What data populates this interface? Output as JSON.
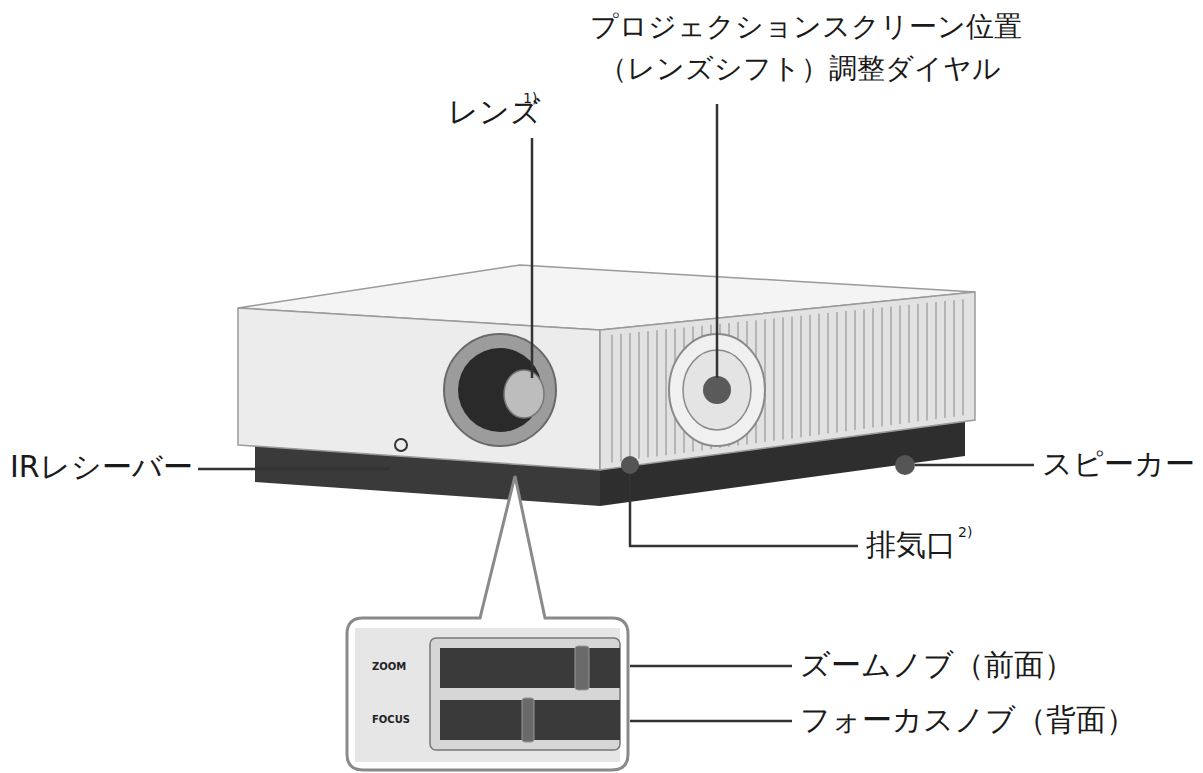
{
  "diagram": {
    "labels": [
      "プロジェクションスクリーン位置 （レンズシフト）調整ダイヤル",
      "レンズ",
      "1)",
      "IRレシーバー",
      "ZOOM",
      "FOCUS",
      "スピーカー",
      "排気口",
      "2)",
      "ズームノブ（前面）",
      "フォーカスノブ（背面）"
    ]
  }
}
